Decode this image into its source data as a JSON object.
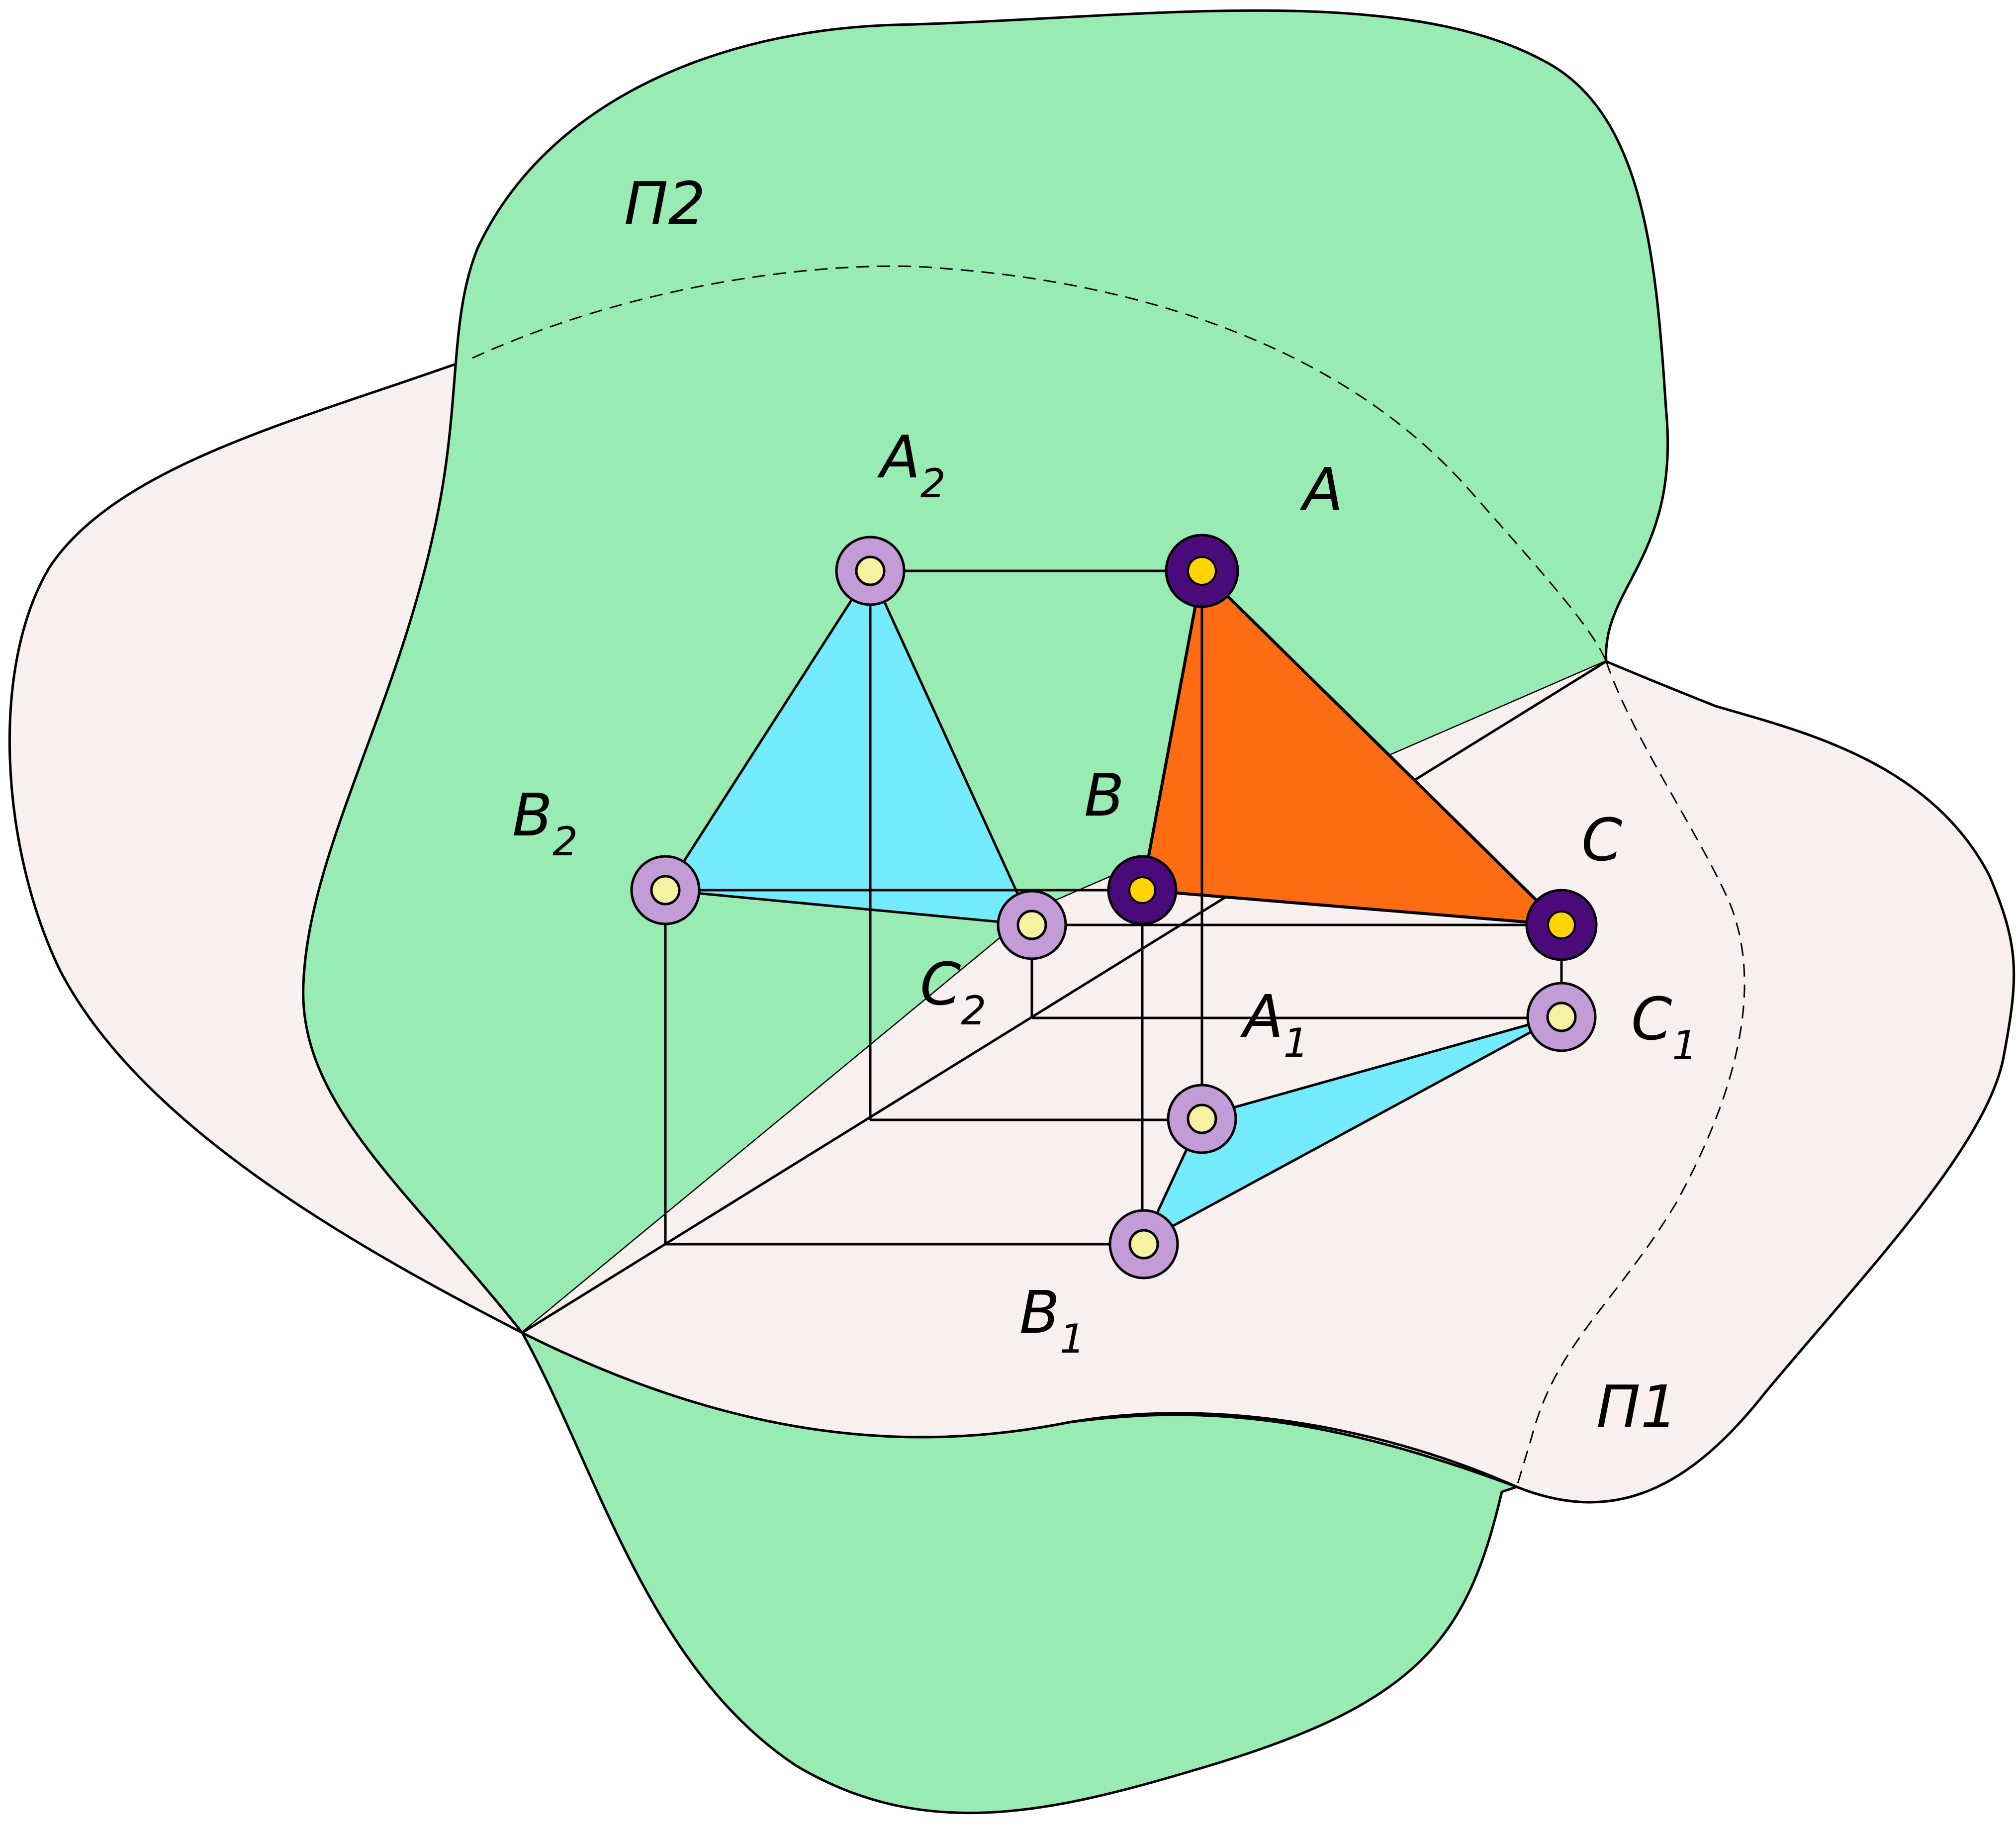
{
  "planes": {
    "frontal": {
      "label": "П2",
      "color": "#98ecb3"
    },
    "horizontal": {
      "label": "П1",
      "color": "#f8f0ee"
    }
  },
  "points": {
    "A": {
      "label": "A"
    },
    "B": {
      "label": "B"
    },
    "C": {
      "label": "C"
    },
    "A2": {
      "label": "A",
      "sub": "2"
    },
    "B2": {
      "label": "B",
      "sub": "2"
    },
    "C2": {
      "label": "C",
      "sub": "2"
    },
    "A1": {
      "label": "A",
      "sub": "1"
    },
    "B1": {
      "label": "B",
      "sub": "1"
    },
    "C1": {
      "label": "C",
      "sub": "1"
    }
  },
  "colors": {
    "spatial_triangle": "#fd6c12",
    "projection_triangle": "#74ebfc",
    "spatial_point_ring": "#4a0a7a",
    "spatial_point_core": "#ffd400",
    "projection_point_ring": "#c39bd6",
    "projection_point_core": "#f7f2a2",
    "outline": "#000000"
  }
}
